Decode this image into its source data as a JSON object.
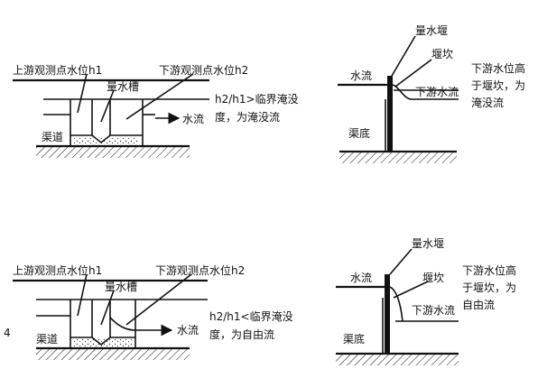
{
  "top_left": {
    "upstream_label": "上游观测点水位h1",
    "downstream_label": "下游观测点水位h2",
    "flume_label": "量水槽",
    "flow_label": "水流",
    "channel_label": "渠道",
    "note_line1": "h2/h1>临界淹没",
    "note_line2": "度，为淹没流"
  },
  "top_right": {
    "weir_label": "量水堰",
    "crest_label": "堰坎",
    "flow_label": "水流",
    "downstream_label": "下游水流",
    "bed_label": "渠底",
    "note_line1": "下游水位高",
    "note_line2": "于堰坎，为",
    "note_line3": "淹没流"
  },
  "bottom_left": {
    "upstream_label": "上游观测点水位h1",
    "downstream_label": "下游观测点水位h2",
    "flume_label": "量水槽",
    "flow_label": "水流",
    "channel_label": "渠道",
    "note_line1": "h2/h1<临界淹没",
    "note_line2": "度，为自由流",
    "edge_mark": "4"
  },
  "bottom_right": {
    "weir_label": "量水堰",
    "crest_label": "堰坎",
    "flow_label": "水流",
    "downstream_label": "下游水流",
    "bed_label": "渠底",
    "note_line1": "下游水位高",
    "note_line2": "于堰坎，为",
    "note_line3": "自由流"
  }
}
